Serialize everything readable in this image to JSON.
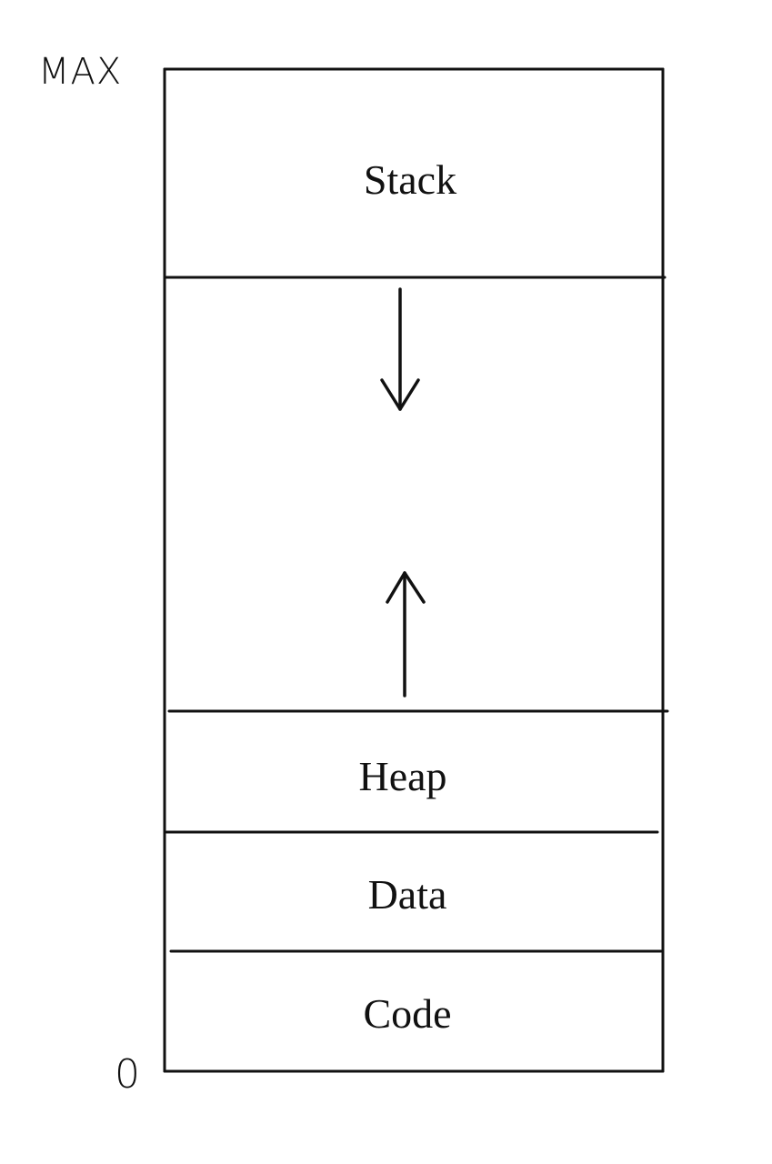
{
  "axis": {
    "top_label": "MAX",
    "bottom_label": "0"
  },
  "segments": {
    "stack": "Stack",
    "heap": "Heap",
    "data": "Data",
    "code": "Code"
  },
  "arrows": {
    "stack_direction": "down",
    "heap_direction": "up"
  }
}
